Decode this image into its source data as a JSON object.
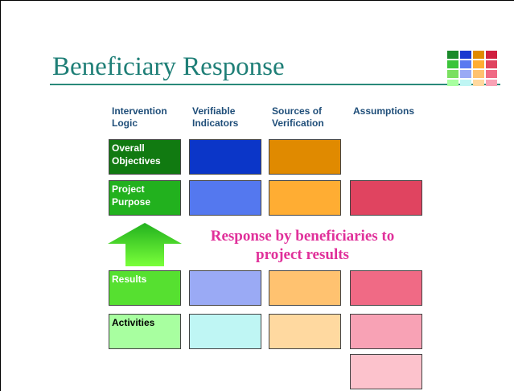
{
  "slide": {
    "title": "Beneficiary Response",
    "headers": [
      "Intervention\nLogic",
      "Verifiable\nIndicators",
      "Sources of\nVerification",
      "Assumptions"
    ],
    "rows": [
      {
        "label": "Overall\nObjectives"
      },
      {
        "label": "Project\nPurpose"
      },
      {
        "label": "Results"
      },
      {
        "label": "Activities"
      }
    ],
    "annotation": "Response by beneficiaries to\nproject results"
  },
  "colors": {
    "title": "#1f7f77",
    "annotation": "#e0309a",
    "logic": [
      "#117a11",
      "#22b11e",
      "#56e030",
      "#a8ffa0"
    ],
    "indicators": [
      "#0b36c8",
      "#5478ef",
      "#9aaaf5",
      "#bff6f4"
    ],
    "verification": [
      "#e08a00",
      "#ffad33",
      "#ffc270",
      "#ffd9a0"
    ],
    "assumptions": [
      "#e04460",
      "#f06a85",
      "#f8a2b5",
      "#fcc2cc"
    ]
  }
}
